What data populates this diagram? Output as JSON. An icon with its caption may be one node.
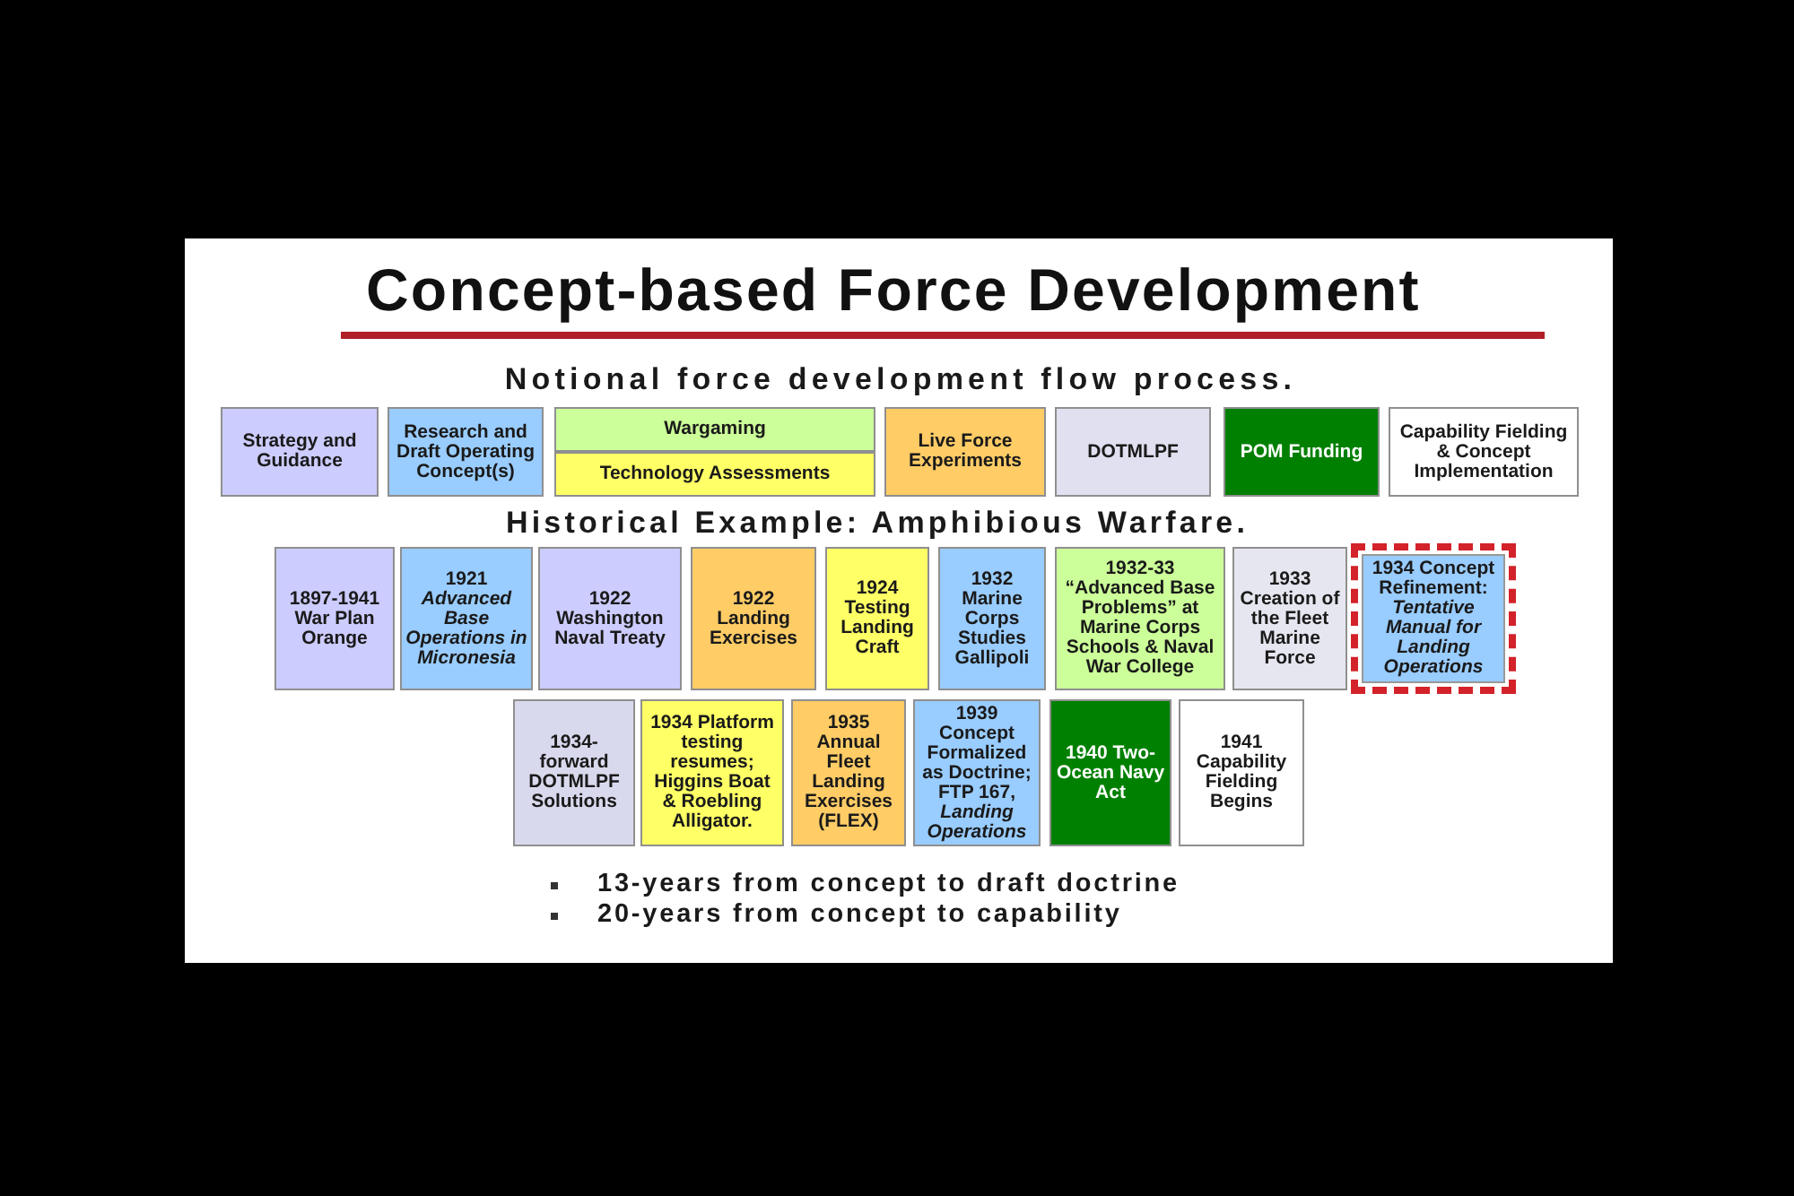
{
  "diagram": {
    "title": "Concept-based Force Development",
    "nodes": [
      {
        "text": [
          "Strategy and Guidance"
        ]
      },
      {
        "text": [
          "Research and Draft Operating Concept(s)"
        ]
      },
      {
        "text": [
          "Wargaming"
        ]
      },
      {
        "text": [
          "Technology Assessments"
        ]
      },
      {
        "text": [
          "Live Force Experiments"
        ]
      },
      {
        "text": [
          "DOTMLPF"
        ]
      },
      {
        "text": [
          "POM Funding"
        ]
      },
      {
        "text": [
          "Capability Fielding & Concept Implementation"
        ]
      },
      {
        "text": [
          "1897-1941 War Plan Orange"
        ]
      },
      {
        "text": [
          "1921 *Advanced Base Operations in Micronesia*"
        ]
      },
      {
        "text": [
          "1922 Washington Naval Treaty"
        ]
      },
      {
        "text": [
          "1922 Landing Exercises"
        ]
      },
      {
        "text": [
          "1924 Testing Landing Craft"
        ]
      },
      {
        "text": [
          "1932 Marine Corps Studies Gallipoli"
        ]
      },
      {
        "text": [
          "1932-33 “Advanced Base Problems” at Marine Corps Schools & Naval War College"
        ]
      },
      {
        "text": [
          "1933 Creation of the Fleet Marine Force"
        ]
      },
      {
        "text": [
          "1934 Concept Refinement: *Tentative Manual for Landing Operations*"
        ]
      },
      {
        "text": [
          "1934-forward DOTMLPF Solutions"
        ]
      },
      {
        "text": [
          "1934 Platform testing resumes; Higgins Boat & Roebling Alligator."
        ]
      },
      {
        "text": [
          "1935 Annual Fleet Landing Exercises (FLEX)"
        ]
      },
      {
        "text": [
          "1939 Concept Formalized as Doctrine; FTP 167, *Landing Operations*"
        ]
      },
      {
        "text": [
          "1940 Two-Ocean Navy Act"
        ]
      },
      {
        "text": [
          "1941 Capability Fielding Begins"
        ]
      }
    ],
    "labels": [
      "Notional force development flow process.",
      "Historical Example: Amphibious Warfare.",
      "13-years from concept to draft doctrine",
      "20-years from concept to capability"
    ]
  }
}
